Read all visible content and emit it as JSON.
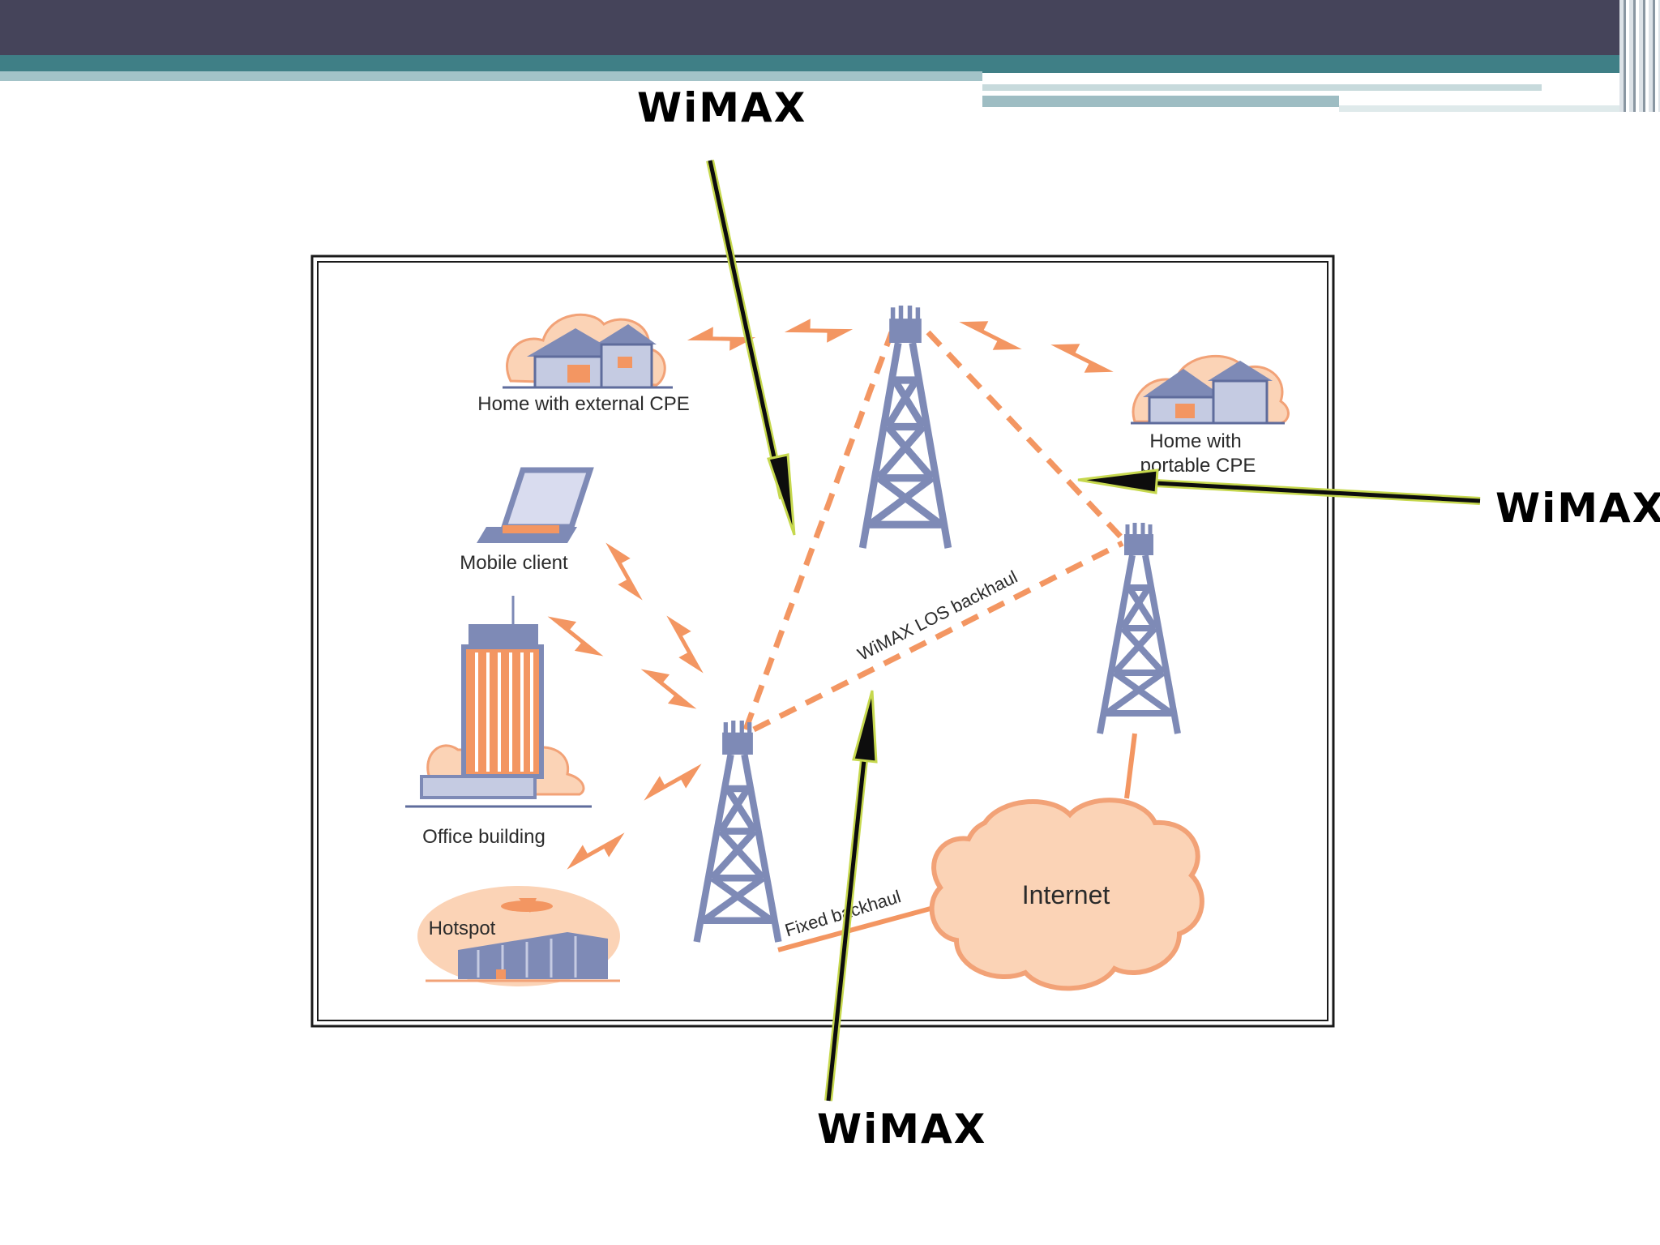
{
  "callouts": {
    "top": "WiMAX",
    "right": "WiMAX",
    "bottom": "WiMAX"
  },
  "diagram": {
    "labels": {
      "home_external": "Home with external CPE",
      "home_portable_line1": "Home with",
      "home_portable_line2": "portable CPE",
      "mobile_client": "Mobile client",
      "office_building": "Office building",
      "hotspot": "Hotspot",
      "los_backhaul": "WiMAX LOS backhaul",
      "fixed_backhaul": "Fixed backhaul",
      "internet": "Internet"
    },
    "colors": {
      "tower": "#7e8ab6",
      "tower_dark": "#5f6c9c",
      "signal": "#f39662",
      "cloud_fill": "#fbd3b6",
      "cloud_stroke": "#f2a277",
      "arrow_fill": "#0d0d0d",
      "arrow_outline": "#c6d84e"
    }
  }
}
